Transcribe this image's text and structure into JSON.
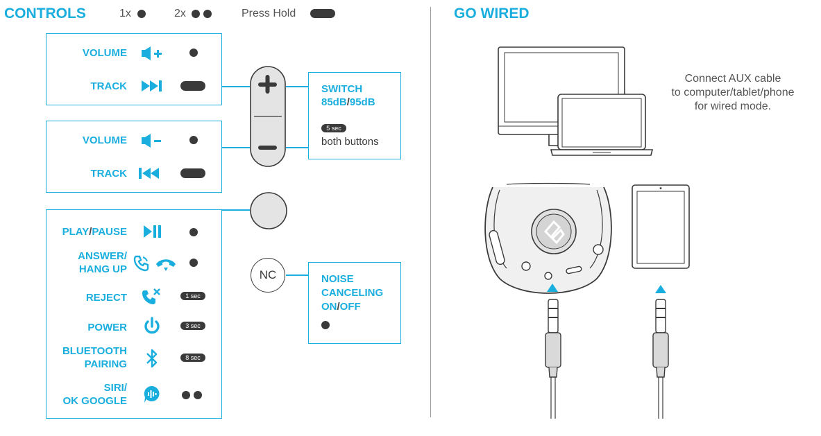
{
  "controls": {
    "title": "CONTROLS",
    "legend": {
      "once": "1x",
      "twice": "2x",
      "hold": "Press Hold"
    }
  },
  "volume_up_box": {
    "volume": "VOLUME",
    "track": "TRACK"
  },
  "volume_down_box": {
    "volume": "VOLUME",
    "track": "TRACK"
  },
  "main_box": {
    "play": "PLAY",
    "pause": "PAUSE",
    "answer": "ANSWER/",
    "hang_up": "HANG UP",
    "reject": "REJECT",
    "reject_time": "1 sec",
    "power": "POWER",
    "power_time": "3 sec",
    "bluetooth_1": "BLUETOOTH",
    "bluetooth_2": "PAIRING",
    "bluetooth_time": "8 sec",
    "siri": "SIRI/",
    "ok_google": "OK GOOGLE"
  },
  "switch_box": {
    "title": "SWITCH",
    "db_a": "85dB",
    "db_b": "95dB",
    "time": "5 sec",
    "note": "both buttons"
  },
  "nc_button": {
    "label": "NC"
  },
  "noise_box": {
    "line1": "NOISE",
    "line2": "CANCELING",
    "on": "ON",
    "off": "OFF"
  },
  "go_wired": {
    "title": "GO WIRED",
    "line1": "Connect AUX cable",
    "line2": "to computer/tablet/phone",
    "line3": "for wired mode."
  },
  "colors": {
    "accent": "#1aaede",
    "dark": "#3a3a3a",
    "line": "#999999"
  }
}
